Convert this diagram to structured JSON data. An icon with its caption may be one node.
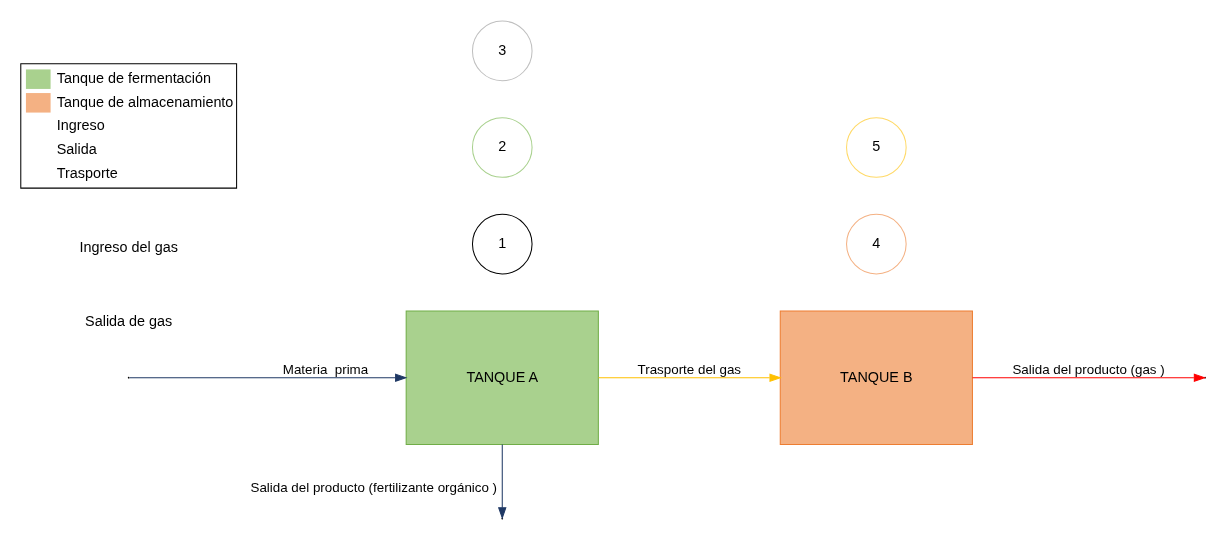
{
  "diagram": {
    "nodes": [
      {
        "text": [
          "TANQUE A"
        ]
      },
      {
        "text": [
          "TANQUE B"
        ]
      },
      {
        "text": [
          "1"
        ]
      },
      {
        "text": [
          "2"
        ]
      },
      {
        "text": [
          "3"
        ]
      },
      {
        "text": [
          "4"
        ]
      },
      {
        "text": [
          "5"
        ]
      }
    ],
    "edges": [
      {
        "from": null,
        "to": 0,
        "arrow": "to",
        "label": "Materia  prima",
        "color": "#1f3864"
      },
      {
        "from": 0,
        "to": null,
        "arrow": "to",
        "label": "Salida del producto (fertilizante orgánico )",
        "color": "#1f3864"
      },
      {
        "from": 0,
        "to": 1,
        "arrow": "to",
        "label": "Trasporte del gas",
        "color": "#ffc000"
      },
      {
        "from": 1,
        "to": null,
        "arrow": "to",
        "label": "Salida del producto (gas )",
        "color": "#ff0000"
      }
    ],
    "labels": [
      "Salida de gas",
      "Ingreso del gas"
    ],
    "legend": [
      {
        "text": "Tanque de fermentación",
        "color": "#a9d18e"
      },
      {
        "text": "Tanque de almacenamiento",
        "color": "#f4b183"
      },
      {
        "text": "Ingreso"
      },
      {
        "text": "Salida"
      },
      {
        "text": "Trasporte"
      }
    ]
  }
}
